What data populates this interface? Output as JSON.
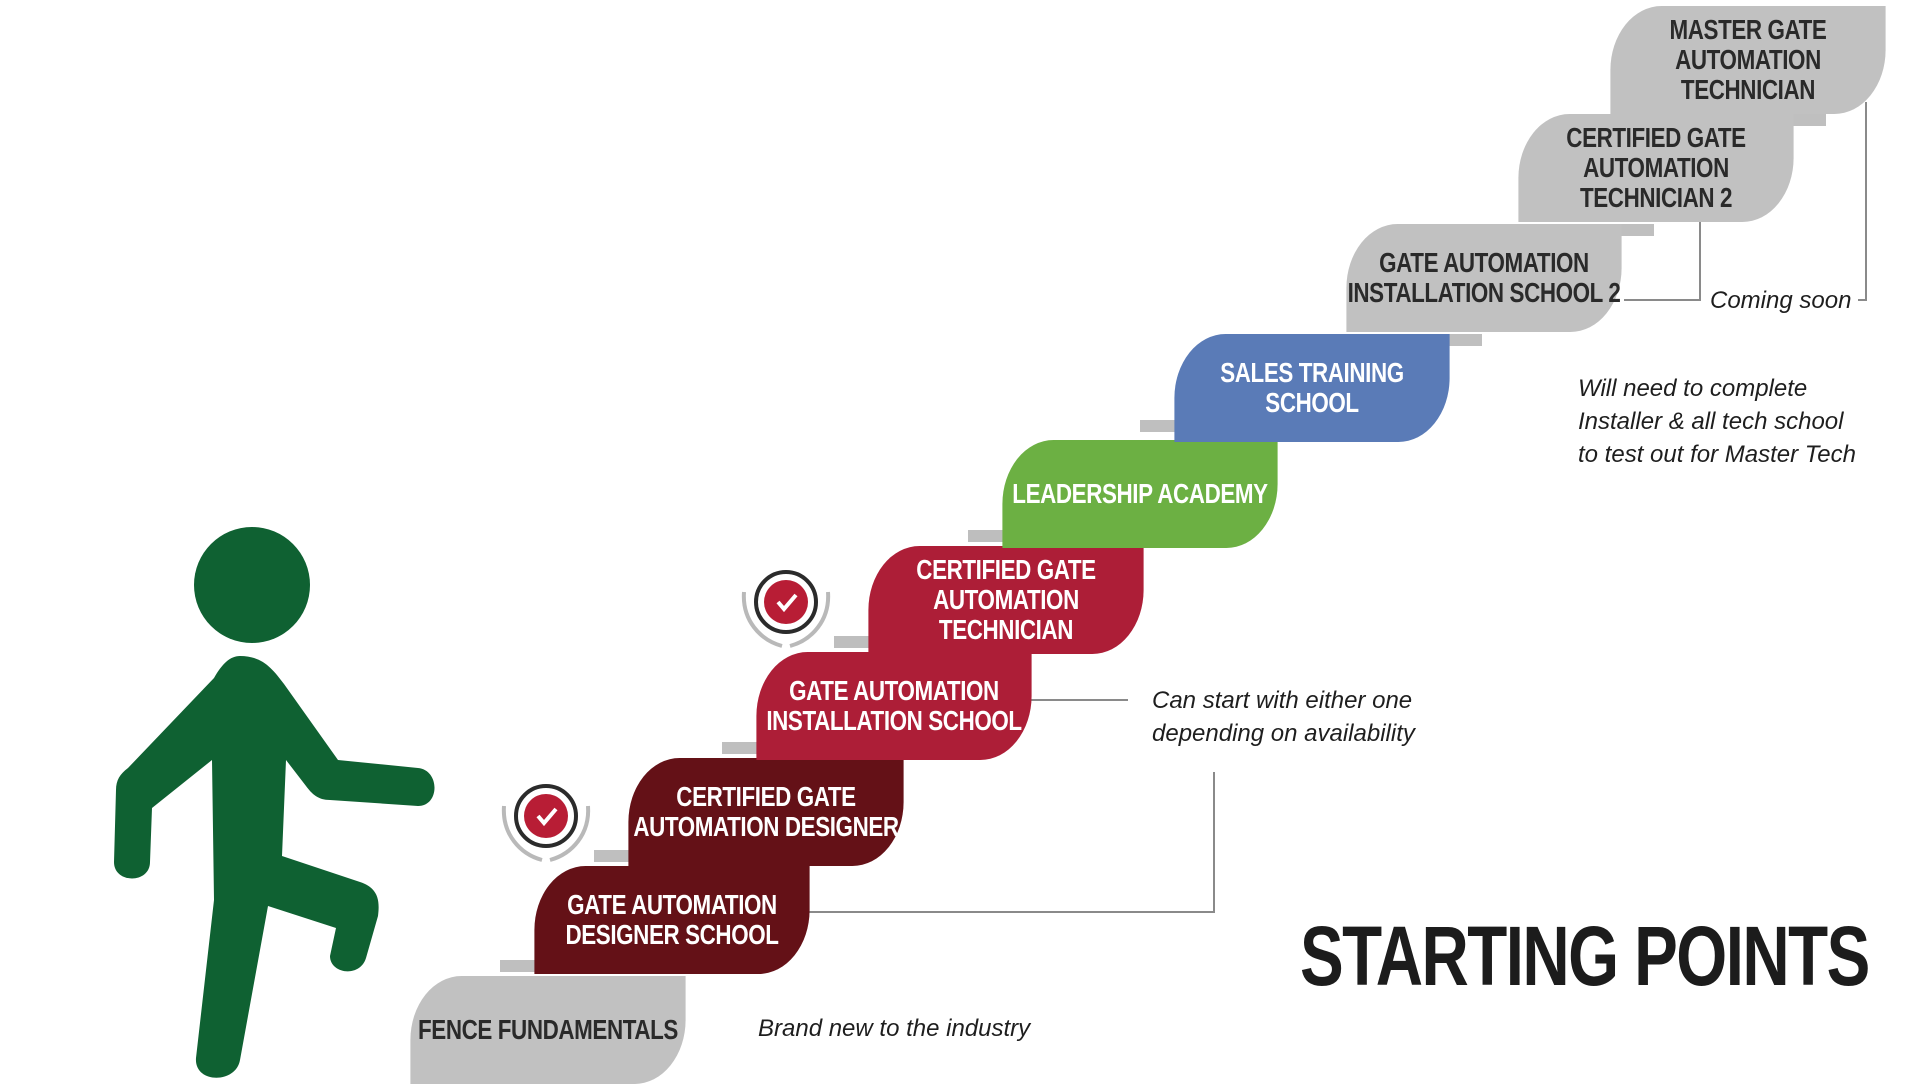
{
  "title": "STARTING POINTS",
  "steps": [
    {
      "id": "fence-fundamentals",
      "label": "FENCE FUNDAMENTALS",
      "color": "#c1c1c1",
      "text_color": "#2a2a2a"
    },
    {
      "id": "gate-automation-designer-school",
      "label": "GATE AUTOMATION\nDESIGNER SCHOOL",
      "color": "#641117",
      "text_color": "#ffffff"
    },
    {
      "id": "certified-gate-automation-designer",
      "label": "CERTIFIED GATE\nAUTOMATION DESIGNER",
      "color": "#641117",
      "text_color": "#ffffff"
    },
    {
      "id": "gate-automation-installation-school",
      "label": "GATE AUTOMATION\nINSTALLATION SCHOOL",
      "color": "#ad1e37",
      "text_color": "#ffffff"
    },
    {
      "id": "certified-gate-automation-technician",
      "label": "CERTIFIED GATE\nAUTOMATION TECHNICIAN",
      "color": "#ad1e37",
      "text_color": "#ffffff"
    },
    {
      "id": "leadership-academy",
      "label": "LEADERSHIP ACADEMY",
      "color": "#6cb043",
      "text_color": "#ffffff"
    },
    {
      "id": "sales-training-school",
      "label": "SALES TRAINING\nSCHOOL",
      "color": "#5a7bb7",
      "text_color": "#ffffff"
    },
    {
      "id": "gate-automation-installation-school-2",
      "label": "GATE AUTOMATION\nINSTALLATION SCHOOL 2",
      "color": "#c1c1c1",
      "text_color": "#2a2a2a"
    },
    {
      "id": "certified-gate-automation-technician-2",
      "label": "CERTIFIED GATE AUTOMATION\nTECHNICIAN 2",
      "color": "#c1c1c1",
      "text_color": "#2a2a2a"
    },
    {
      "id": "master-gate-automation-technician",
      "label": "MASTER GATE\nAUTOMATION TECHNICIAN",
      "color": "#c1c1c1",
      "text_color": "#2a2a2a"
    }
  ],
  "notes": {
    "brand_new": "Brand new to the industry",
    "can_start": "Can start with either one\ndepending on availability",
    "coming_soon": "Coming soon",
    "master_requirement": "Will need to complete\nInstaller & all tech school\nto test out for Master Tech"
  },
  "colors": {
    "figure": "#0f6132",
    "connector": "#8a8a8a",
    "badge": "#b81d35"
  },
  "icons": {
    "figure": "walking-person-icon",
    "badge": "certified-seal-icon"
  }
}
